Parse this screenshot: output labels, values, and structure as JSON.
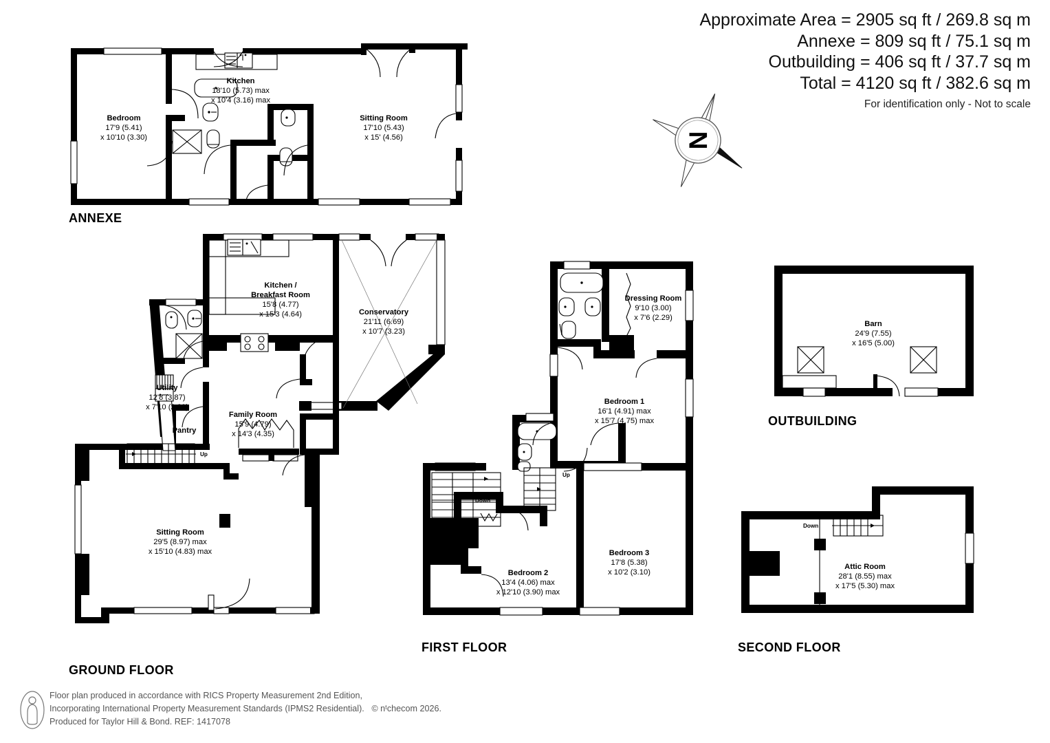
{
  "header": {
    "approx_area": "Approximate Area = 2905 sq ft / 269.8 sq m",
    "annexe_area": "Annexe = 809 sq ft / 75.1 sq m",
    "outbuilding_area": "Outbuilding = 406 sq ft / 37.7 sq m",
    "total_area": "Total = 4120 sq ft / 382.6 sq m",
    "disclaimer": "For identification only - Not to scale"
  },
  "compass": {
    "north_label": "N"
  },
  "floor_labels": {
    "annexe": "ANNEXE",
    "ground": "GROUND FLOOR",
    "first": "FIRST FLOOR",
    "outbuilding": "OUTBUILDING",
    "second": "SECOND FLOOR"
  },
  "annexe": {
    "rooms": [
      {
        "name": "Bedroom",
        "dim1": "17'9 (5.41)",
        "dim2": "x 10'10 (3.30)"
      },
      {
        "name": "Kitchen",
        "dim1": "18'10 (5.73) max",
        "dim2": "x 10'4 (3.16) max"
      },
      {
        "name": "Sitting Room",
        "dim1": "17'10 (5.43)",
        "dim2": "x 15' (4.56)"
      }
    ]
  },
  "ground_floor": {
    "rooms": [
      {
        "name": "Kitchen /",
        "name2": "Breakfast Room",
        "dim1": "15'8 (4.77)",
        "dim2": "x 15'3 (4.64)"
      },
      {
        "name": "Conservatory",
        "dim1": "21'11 (6.69)",
        "dim2": "x 10'7 (3.23)"
      },
      {
        "name": "Utility",
        "dim1": "12'8 (3.87)",
        "dim2": "x 7'10 (2.39)"
      },
      {
        "name": "Pantry",
        "dim1": "",
        "dim2": ""
      },
      {
        "name": "Family Room",
        "dim1": "15'9 (4.79)",
        "dim2": "x 14'3 (4.35)"
      },
      {
        "name": "Sitting Room",
        "dim1": "29'5 (8.97) max",
        "dim2": "x 15'10 (4.83) max"
      }
    ],
    "stair_label": "Up"
  },
  "first_floor": {
    "rooms": [
      {
        "name": "Dressing Room",
        "dim1": "9'10 (3.00)",
        "dim2": "x 7'6 (2.29)"
      },
      {
        "name": "Bedroom 1",
        "dim1": "16'1 (4.91) max",
        "dim2": "x 15'7 (4.75) max"
      },
      {
        "name": "Bedroom 2",
        "dim1": "13'4 (4.06) max",
        "dim2": "x 12'10 (3.90) max"
      },
      {
        "name": "Bedroom 3",
        "dim1": "17'8 (5.38)",
        "dim2": "x 10'2 (3.10)"
      }
    ],
    "stair_down_label": "Down",
    "stair_up_label": "Up"
  },
  "second_floor": {
    "rooms": [
      {
        "name": "Attic Room",
        "dim1": "28'1 (8.55) max",
        "dim2": "x 17'5 (5.30) max"
      }
    ],
    "stair_down_label": "Down"
  },
  "outbuilding": {
    "rooms": [
      {
        "name": "Barn",
        "dim1": "24'9 (7.55)",
        "dim2": "x 16'5 (5.00)"
      }
    ]
  },
  "footer": {
    "line1": "Floor plan produced in accordance with RICS Property Measurement 2nd Edition,",
    "line2": "Incorporating International Property Measurement Standards (IPMS2 Residential).",
    "copyright": "© nᵗchecom 2026.",
    "line3": "Produced for Taylor Hill & Bond.   REF: 1417078"
  },
  "colors": {
    "wall": "#000000",
    "background": "#ffffff",
    "footer_text": "#555555"
  }
}
